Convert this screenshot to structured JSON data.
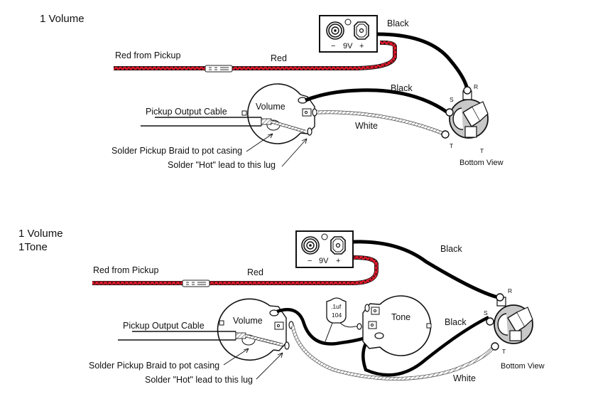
{
  "diagrams": [
    {
      "title_lines": [
        "1 Volume"
      ],
      "labels": {
        "red_from_pickup": "Red from Pickup",
        "red": "Red",
        "black_battery": "Black",
        "black_jack": "Black",
        "white": "White",
        "pickup_output_cable": "Pickup Output Cable",
        "solder_braid": "Solder Pickup Braid to pot casing",
        "solder_hot": "Solder \"Hot\" lead to this lug",
        "volume_pot": "Volume",
        "jack_view": "Bottom View",
        "lug_r": "R",
        "lug_s": "S",
        "lug_t1": "T",
        "lug_t2": "T"
      },
      "battery": {
        "minus": "−",
        "voltage": "9V",
        "plus": "+"
      }
    },
    {
      "title_lines": [
        "1 Volume",
        "1Tone"
      ],
      "labels": {
        "red_from_pickup": "Red from Pickup",
        "red": "Red",
        "black_battery": "Black",
        "black_jack": "Black",
        "white": "White",
        "pickup_output_cable": "Pickup Output Cable",
        "solder_braid": "Solder Pickup Braid to pot casing",
        "solder_hot": "Solder \"Hot\" lead to this lug",
        "volume_pot": "Volume",
        "tone_pot": "Tone",
        "capacitor_value": ".1uf",
        "capacitor_code": "104",
        "jack_view": "Bottom View",
        "lug_r": "R",
        "lug_s": "S",
        "lug_t": "T"
      },
      "battery": {
        "minus": "−",
        "voltage": "9V",
        "plus": "+"
      }
    }
  ],
  "colors": {
    "red_wire": "#e0182a",
    "black_wire": "#000000",
    "jack_body": "#c8c8c8"
  }
}
